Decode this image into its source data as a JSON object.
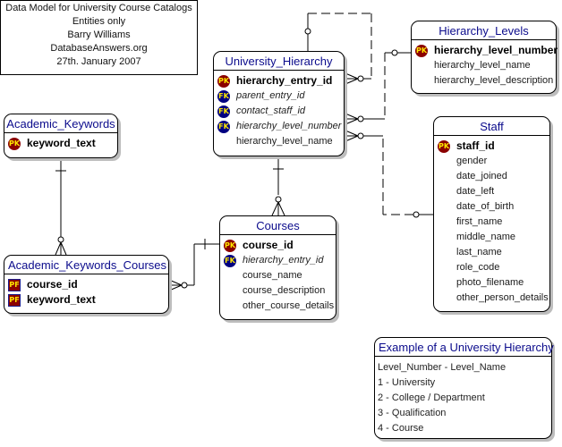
{
  "title_box": {
    "lines": [
      "Data Model for University Course Catalogs",
      "Entities only",
      "Barry Williams",
      "DatabaseAnswers.org",
      "27th. January 2007"
    ]
  },
  "entities": {
    "university_hierarchy": {
      "name": "University_Hierarchy",
      "fields": [
        {
          "key": "PK",
          "name": "hierarchy_entry_id"
        },
        {
          "key": "FK",
          "name": "parent_entry_id"
        },
        {
          "key": "FK",
          "name": "contact_staff_id"
        },
        {
          "key": "FK",
          "name": "hierarchy_level_number"
        },
        {
          "key": "",
          "name": "hierarchy_level_name"
        }
      ]
    },
    "hierarchy_levels": {
      "name": "Hierarchy_Levels",
      "fields": [
        {
          "key": "PK",
          "name": "hierarchy_level_number"
        },
        {
          "key": "",
          "name": "hierarchy_level_name"
        },
        {
          "key": "",
          "name": "hierarchy_level_description"
        }
      ]
    },
    "academic_keywords": {
      "name": "Academic_Keywords",
      "fields": [
        {
          "key": "PK",
          "name": "keyword_text"
        }
      ]
    },
    "staff": {
      "name": "Staff",
      "fields": [
        {
          "key": "PK",
          "name": "staff_id"
        },
        {
          "key": "",
          "name": "gender"
        },
        {
          "key": "",
          "name": "date_joined"
        },
        {
          "key": "",
          "name": "date_left"
        },
        {
          "key": "",
          "name": "date_of_birth"
        },
        {
          "key": "",
          "name": "first_name"
        },
        {
          "key": "",
          "name": "middle_name"
        },
        {
          "key": "",
          "name": "last_name"
        },
        {
          "key": "",
          "name": "role_code"
        },
        {
          "key": "",
          "name": "photo_filename"
        },
        {
          "key": "",
          "name": "other_person_details"
        }
      ]
    },
    "courses": {
      "name": "Courses",
      "fields": [
        {
          "key": "PK",
          "name": "course_id"
        },
        {
          "key": "FK",
          "name": "hierarchy_entry_id"
        },
        {
          "key": "",
          "name": "course_name"
        },
        {
          "key": "",
          "name": "course_description"
        },
        {
          "key": "",
          "name": "other_course_details"
        }
      ]
    },
    "academic_keywords_courses": {
      "name": "Academic_Keywords_Courses",
      "fields": [
        {
          "key": "PF",
          "name": "course_id"
        },
        {
          "key": "PF",
          "name": "keyword_text"
        }
      ]
    }
  },
  "example_note": {
    "title": "Example of a University Hierarchy",
    "lines": [
      "Level_Number - Level_Name",
      "1 - University",
      "2 - College / Department",
      "3 - Qualification",
      "4 - Course"
    ]
  },
  "colors": {
    "entity_title": "#0b0b8c",
    "pk_badge": "#8b0000",
    "fk_badge": "#000080",
    "badge_text": "#ffe800"
  }
}
